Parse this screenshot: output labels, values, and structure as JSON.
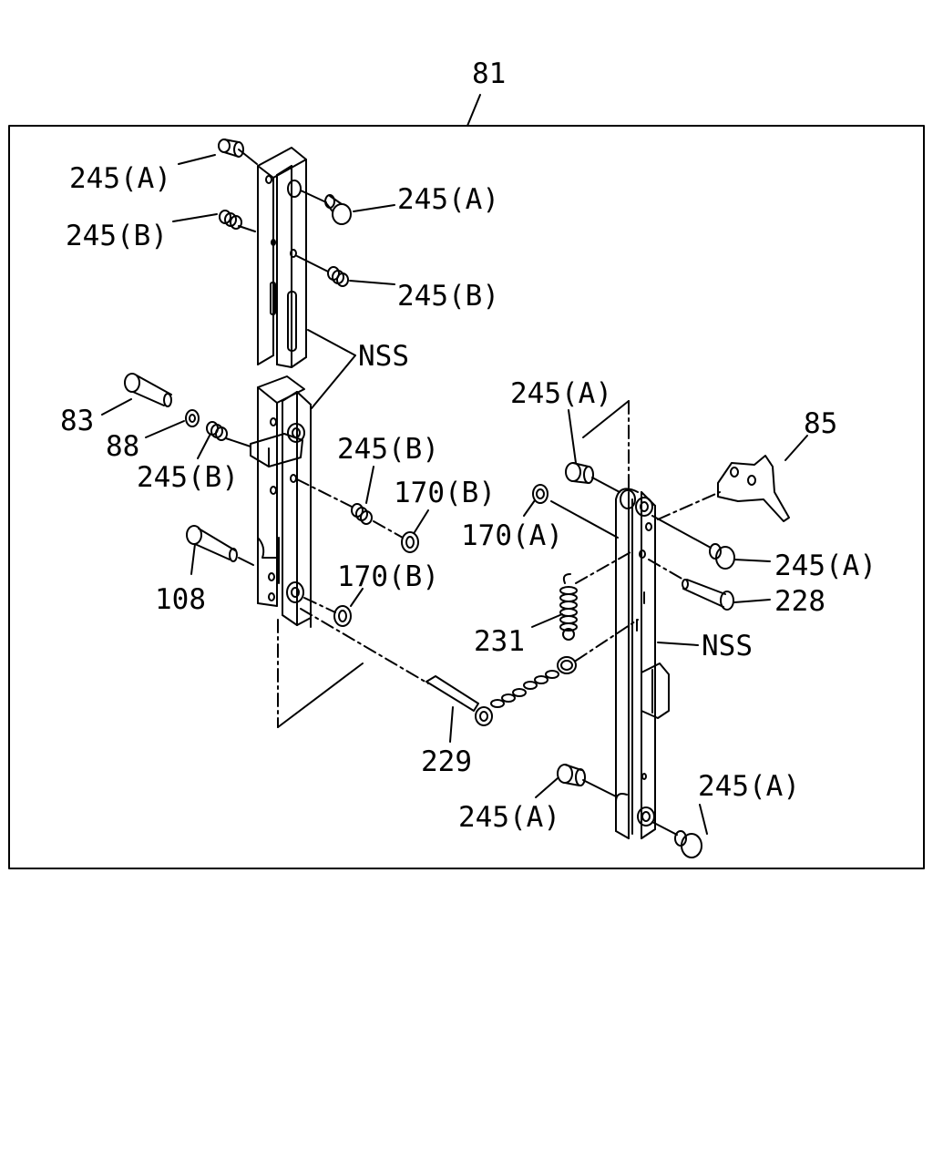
{
  "diagram": {
    "assembly_label": "81",
    "labels": {
      "a_top_left": "245(A)",
      "a_top_right": "245(A)",
      "b_upper_left": "245(B)",
      "b_upper_right": "245(B)",
      "nss_center": "NSS",
      "n83": "83",
      "n88": "88",
      "b_mid_left": "245(B)",
      "b_mid_center": "245(B)",
      "w170b_upper": "170(B)",
      "n108": "108",
      "w170b_lower": "170(B)",
      "a_right_top": "245(A)",
      "n85": "85",
      "w170a": "170(A)",
      "a_right_mid": "245(A)",
      "n228": "228",
      "n231": "231",
      "nss_right": "NSS",
      "n229": "229",
      "a_bottom_left": "245(A)",
      "a_bottom_right": "245(A)"
    }
  }
}
